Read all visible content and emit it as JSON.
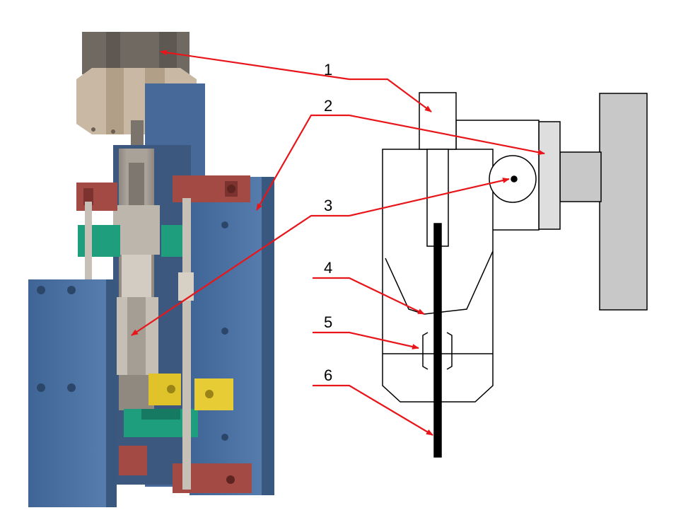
{
  "callouts": {
    "c1": "1",
    "c2": "2",
    "c3": "3",
    "c4": "4",
    "c5": "5",
    "c6": "6"
  },
  "colors": {
    "leader_line": "#e8161b",
    "frame_blue": "#4f74a8",
    "clamp_red": "#a34a44",
    "guide_green": "#1f9e7e",
    "block_yellow": "#e0c22a",
    "steel_grey": "#b3aba1",
    "schematic_grey": "#c8c8c8"
  }
}
